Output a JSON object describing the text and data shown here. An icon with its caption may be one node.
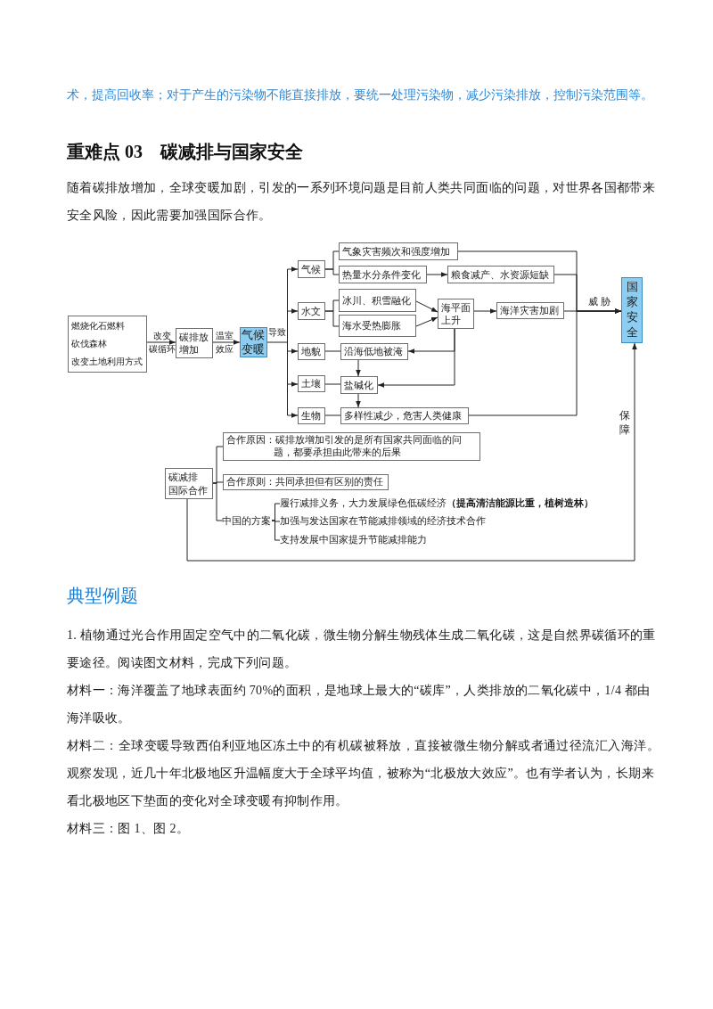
{
  "diagram": {
    "title": "重难点 03　碳减排与国家安全",
    "nodes": [
      {
        "text": [
          "燃烧化石燃料",
          "砍伐森林",
          "改变土地利用方式"
        ]
      },
      {
        "text": [
          "碳排放增加"
        ]
      },
      {
        "text": [
          "气候变暖"
        ]
      },
      {
        "text": [
          "气候"
        ]
      },
      {
        "text": [
          "气象灾害频次和强度增加"
        ]
      },
      {
        "text": [
          "热量水分条件变化"
        ]
      },
      {
        "text": [
          "粮食减产、水资源短缺"
        ]
      },
      {
        "text": [
          "水文"
        ]
      },
      {
        "text": [
          "冰川、积雪融化"
        ]
      },
      {
        "text": [
          "海水受热膨胀"
        ]
      },
      {
        "text": [
          "海平面上升"
        ]
      },
      {
        "text": [
          "海洋灾害加剧"
        ]
      },
      {
        "text": [
          "地貌"
        ]
      },
      {
        "text": [
          "沿海低地被淹"
        ]
      },
      {
        "text": [
          "土壤"
        ]
      },
      {
        "text": [
          "盐碱化"
        ]
      },
      {
        "text": [
          "生物"
        ]
      },
      {
        "text": [
          "多样性减少，危害人类健康"
        ]
      },
      {
        "text": [
          "国家安全"
        ]
      },
      {
        "text": [
          "碳减排国际合作"
        ]
      },
      {
        "text": [
          "合作原因：碳排放增加引发的是所有国家共同面临的问题，都要承担由此带来的后果"
        ]
      },
      {
        "text": [
          "合作原则：共同承担但有区别的责任"
        ]
      },
      {
        "text": [
          "中国的方案"
        ]
      },
      {
        "text": [
          "履行减排义务，大力发展绿色低碳经济**（提高清洁能源比重，植树造林）**"
        ]
      },
      {
        "text": [
          "加强与发达国家在节能减排领域的经济技术合作"
        ]
      },
      {
        "text": [
          "支持发展中国家提升节能减排能力"
        ]
      }
    ],
    "edges": [
      {
        "from": 0,
        "to": 1,
        "arrow": "to",
        "label": "改变碳循环"
      },
      {
        "from": 1,
        "to": 2,
        "arrow": "to",
        "label": "温室效应"
      },
      {
        "from": 2,
        "to": 3,
        "arrow": "to",
        "label": "导致"
      },
      {
        "from": 2,
        "to": 7,
        "arrow": "to"
      },
      {
        "from": 2,
        "to": 12,
        "arrow": "to"
      },
      {
        "from": 2,
        "to": 14,
        "arrow": "to"
      },
      {
        "from": 2,
        "to": 16,
        "arrow": "to"
      },
      {
        "from": 3,
        "to": 4,
        "arrow": "none"
      },
      {
        "from": 3,
        "to": 5,
        "arrow": "none"
      },
      {
        "from": 5,
        "to": 6,
        "arrow": "to"
      },
      {
        "from": 7,
        "to": 8,
        "arrow": "none"
      },
      {
        "from": 7,
        "to": 9,
        "arrow": "none"
      },
      {
        "from": 8,
        "to": 10,
        "arrow": "to"
      },
      {
        "from": 9,
        "to": 10,
        "arrow": "to"
      },
      {
        "from": 10,
        "to": 11,
        "arrow": "to"
      },
      {
        "from": 12,
        "to": 13,
        "arrow": "none"
      },
      {
        "from": 10,
        "to": 13,
        "arrow": "to"
      },
      {
        "from": 10,
        "to": 15,
        "arrow": "to"
      },
      {
        "from": 13,
        "to": 15,
        "arrow": "to"
      },
      {
        "from": 14,
        "to": 15,
        "arrow": "none"
      },
      {
        "from": 15,
        "to": 17,
        "arrow": "to"
      },
      {
        "from": 16,
        "to": 17,
        "arrow": "none"
      },
      {
        "from": 4,
        "to": 18,
        "arrow": "to"
      },
      {
        "from": 6,
        "to": 18,
        "arrow": "to"
      },
      {
        "from": 11,
        "to": 18,
        "arrow": "to",
        "label": "威胁"
      },
      {
        "from": 17,
        "to": 18,
        "arrow": "to"
      },
      {
        "from": 19,
        "to": 18,
        "arrow": "to",
        "label": "保障"
      },
      {
        "from": 19,
        "to": 20,
        "arrow": "none"
      },
      {
        "from": 19,
        "to": 21,
        "arrow": "none"
      },
      {
        "from": 19,
        "to": 22,
        "arrow": "none"
      },
      {
        "from": 22,
        "to": 23,
        "arrow": "none"
      },
      {
        "from": 22,
        "to": 24,
        "arrow": "none"
      },
      {
        "from": 22,
        "to": 25,
        "arrow": "none"
      }
    ],
    "labels": [
      "术，提高回收率；对于产生的污染物不能直接排放，要统一处理污染物，减少污染排放，控制污染范围等。",
      "随着碳排放增加，全球变暖加剧，引发的一系列环境问题是目前人类共同面临的问题，对世界各国都带来安全风险，因此需要加强国际合作。",
      "典型例题",
      "1. 植物通过光合作用固定空气中的二氧化碳，微生物分解生物残体生成二氧化碳，这是自然界碳循环的重要途径。阅读图文材料，完成下列问题。",
      "材料一：海洋覆盖了地球表面约 70%的面积，是地球上最大的“碳库”，人类排放的二氧化碳中，1/4 都由海洋吸收。",
      "材料二：全球变暖导致西伯利亚地区冻土中的有机碳被释放，直接被微生物分解或者通过径流汇入海洋。",
      "观察发现，近几十年北极地区升温幅度大于全球平均值，被称为“北极放大效应”。也有学者认为，长期来看北极地区下垫面的变化对全球变暖有抑制作用。",
      "材料三：图 1、图 2。"
    ]
  }
}
